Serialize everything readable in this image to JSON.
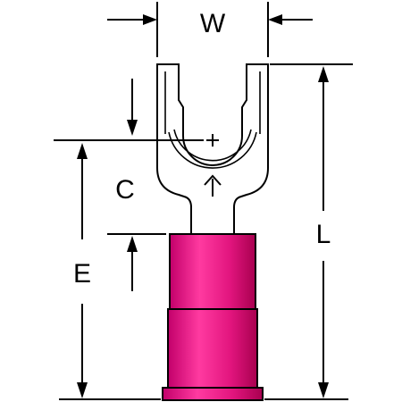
{
  "dimensions": {
    "w_label": "W",
    "l_label": "L",
    "c_label": "C",
    "e_label": "E"
  },
  "colors": {
    "line": "#000000",
    "insulation_light": "#ff3aa0",
    "insulation_mid": "#e2157e",
    "insulation_dark": "#b0005a",
    "background": "#ffffff"
  },
  "icons": {
    "center_mark": "plus-icon",
    "direction_mark": "up-arrow-icon"
  }
}
